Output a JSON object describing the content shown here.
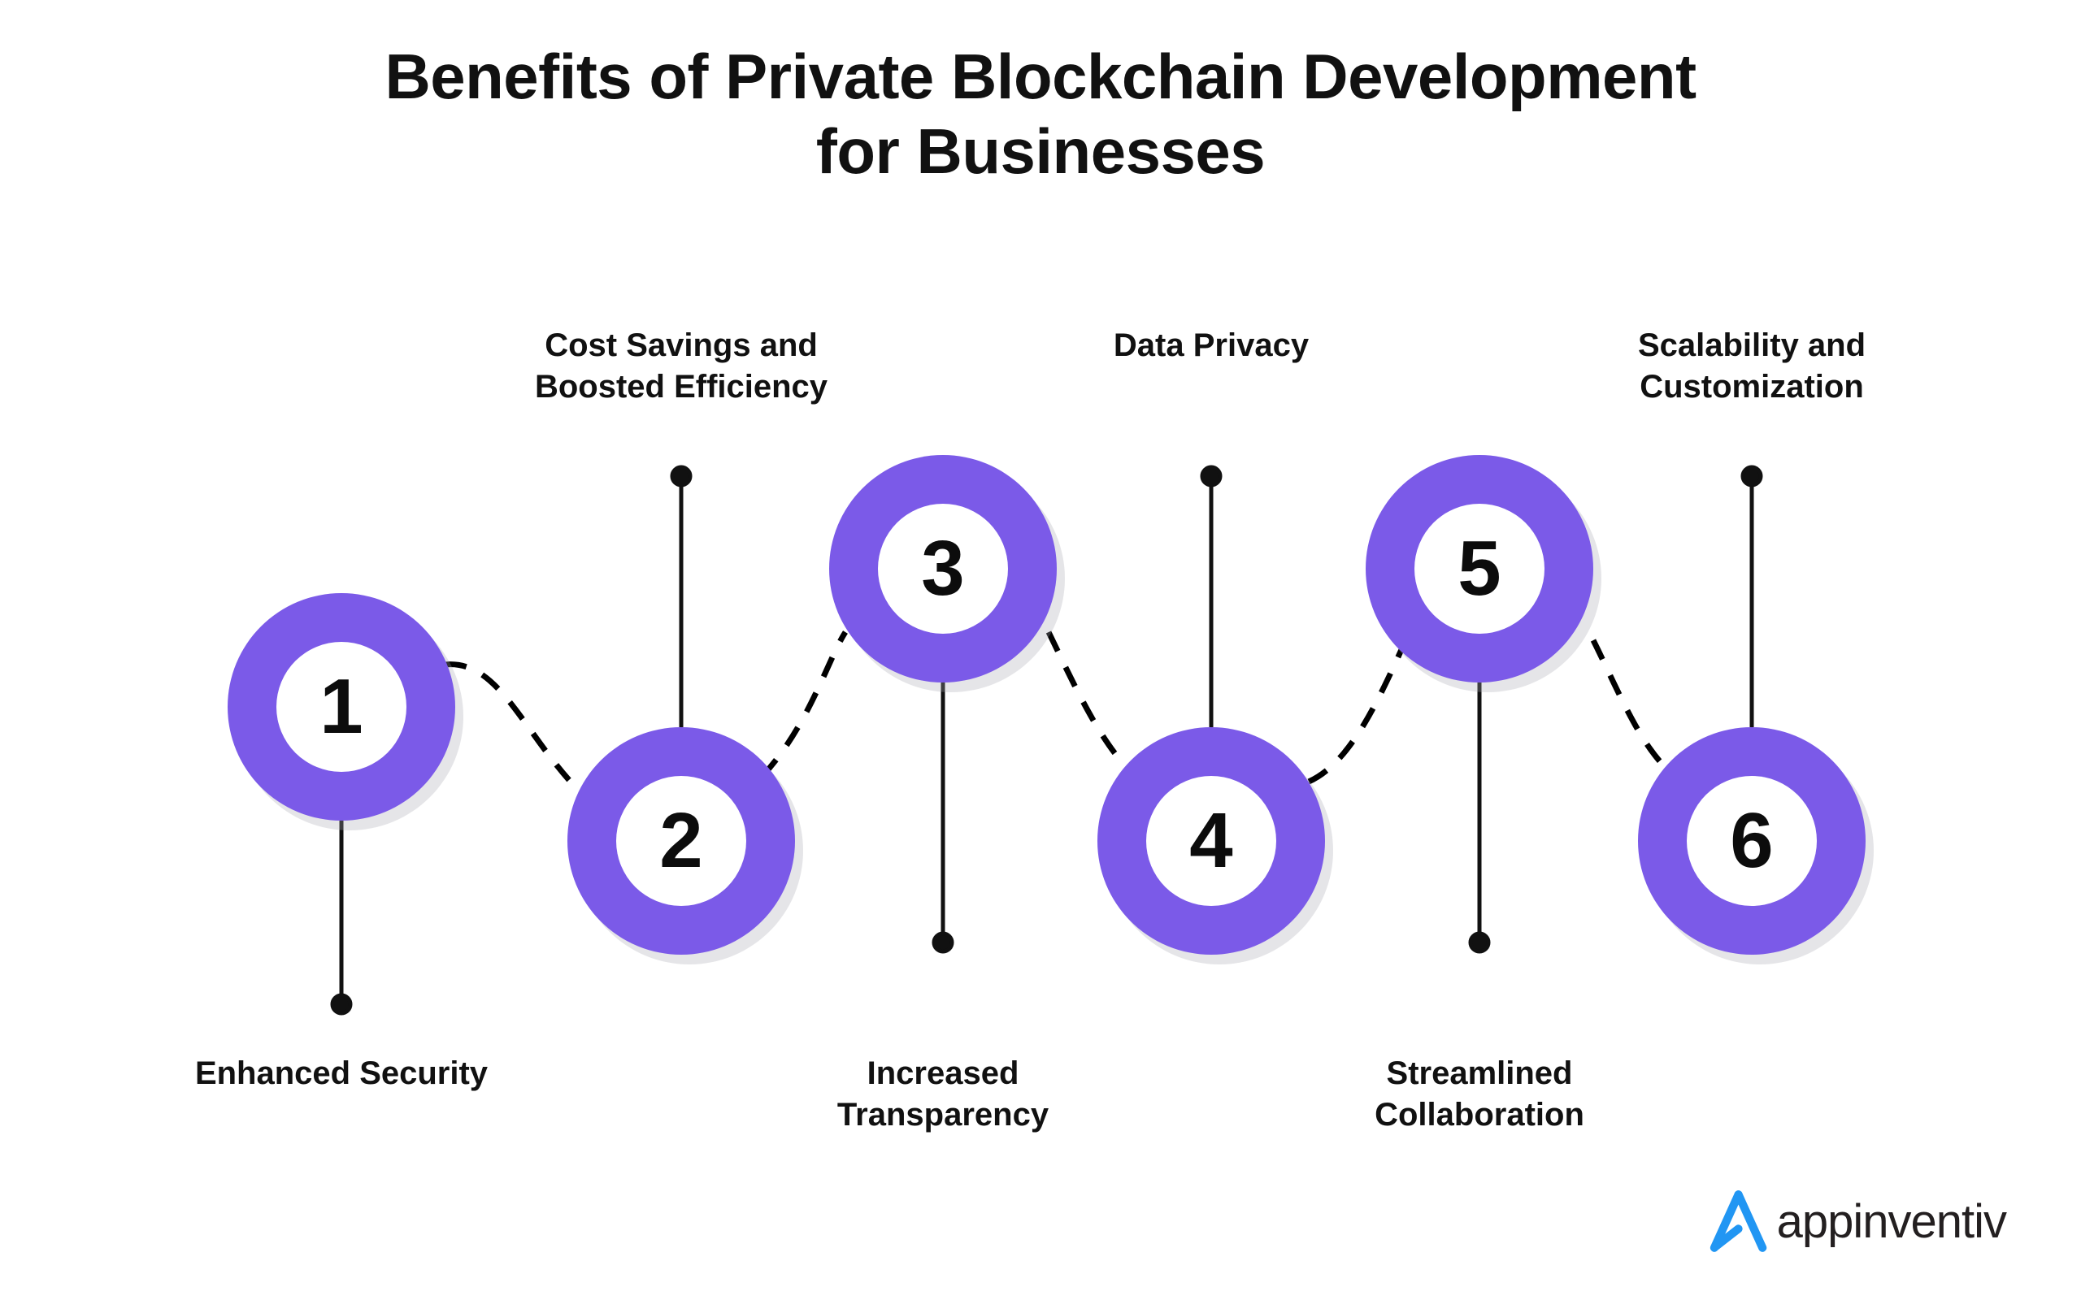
{
  "title": {
    "line1": "Benefits of Private Blockchain Development",
    "line2": "for Businesses"
  },
  "colors": {
    "ring": "#7B5AE8",
    "ring_shadow": "#AAAAB2",
    "number": "#0C0C0C",
    "text": "#111111",
    "connector": "#000000",
    "background": "#FFFFFF",
    "logo_mark": "#2196F3",
    "logo_word": "#231F20"
  },
  "steps": [
    {
      "number": "1",
      "label": "Enhanced Security",
      "label_position": "below"
    },
    {
      "number": "2",
      "label": "Cost Savings and Boosted Efficiency",
      "label_position": "above",
      "label_lines": [
        "Cost Savings and",
        "Boosted Efficiency"
      ]
    },
    {
      "number": "3",
      "label": "Increased Transparency",
      "label_position": "below",
      "label_lines": [
        "Increased",
        "Transparency"
      ]
    },
    {
      "number": "4",
      "label": "Data Privacy",
      "label_position": "above"
    },
    {
      "number": "5",
      "label": "Streamlined Collaboration",
      "label_position": "below",
      "label_lines": [
        "Streamlined",
        "Collaboration"
      ]
    },
    {
      "number": "6",
      "label": "Scalability and Customization",
      "label_position": "above",
      "label_lines": [
        "Scalability and",
        "Customization"
      ]
    }
  ],
  "labels": {
    "s1_l1": "Enhanced Security",
    "s2_l1": "Cost Savings and",
    "s2_l2": "Boosted Efficiency",
    "s3_l1": "Increased",
    "s3_l2": "Transparency",
    "s4_l1": "Data Privacy",
    "s5_l1": "Streamlined",
    "s5_l2": "Collaboration",
    "s6_l1": "Scalability and",
    "s6_l2": "Customization"
  },
  "numbers": {
    "n1": "1",
    "n2": "2",
    "n3": "3",
    "n4": "4",
    "n5": "5",
    "n6": "6"
  },
  "logo": {
    "word": "appinventiv",
    "mark": "a-chevron-icon"
  }
}
